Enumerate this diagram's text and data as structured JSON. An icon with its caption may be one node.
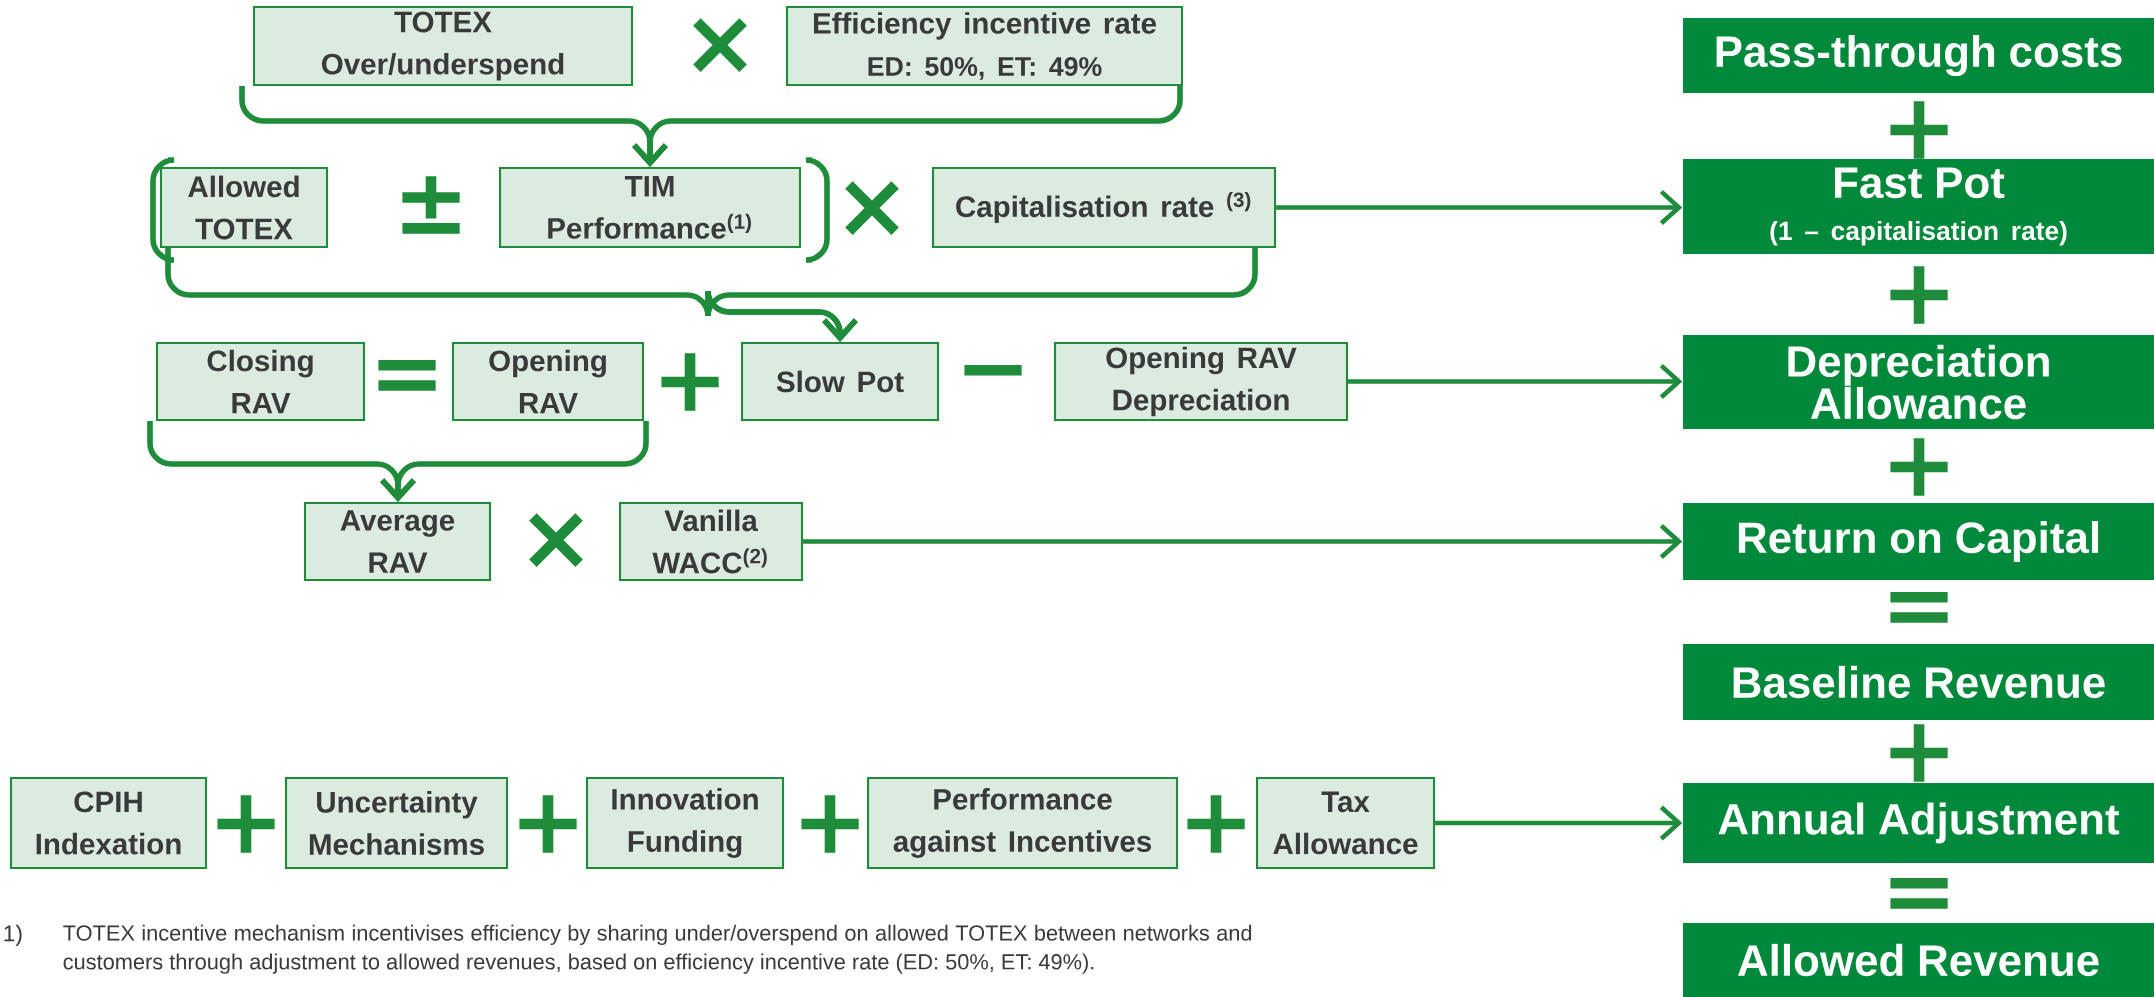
{
  "diagram": {
    "nodes": [
      {
        "text": [
          "TOTEX Over/underspend"
        ]
      },
      {
        "text": [
          "Efficiency incentive rate",
          "ED: 50%, ET: 49%"
        ]
      },
      {
        "text": [
          "Allowed TOTEX"
        ]
      },
      {
        "text": [
          "TIM Performance$^{(1)}$"
        ]
      },
      {
        "text": [
          "Capitalisation rate $^{(3)}$"
        ]
      },
      {
        "text": [
          "Closing RAV"
        ]
      },
      {
        "text": [
          "Opening RAV"
        ]
      },
      {
        "text": [
          "Slow Pot"
        ]
      },
      {
        "text": [
          "Opening RAV Depreciation"
        ]
      },
      {
        "text": [
          "Average RAV"
        ]
      },
      {
        "text": [
          "Vanilla WACC$^{(2)}$"
        ]
      },
      {
        "text": [
          "CPIH Indexation"
        ]
      },
      {
        "text": [
          "Uncertainty Mechanisms"
        ]
      },
      {
        "text": [
          "Innovation Funding"
        ]
      },
      {
        "text": [
          "Performance against Incentives"
        ]
      },
      {
        "text": [
          "Tax Allowance"
        ]
      },
      {
        "text": [
          "Pass-through costs"
        ]
      },
      {
        "text": [
          "Fast Pot",
          "(1 – capitalisation rate)"
        ]
      },
      {
        "text": [
          "Depreciation Allowance"
        ]
      },
      {
        "text": [
          "Return on Capital"
        ]
      },
      {
        "text": [
          "Baseline Revenue"
        ]
      },
      {
        "text": [
          "Annual Adjustment"
        ]
      },
      {
        "text": [
          "Allowed Revenue"
        ]
      }
    ],
    "edges": [
      {
        "from": 0,
        "to": 3,
        "arrow": "to"
      },
      {
        "from": 1,
        "to": 3,
        "arrow": "to"
      },
      {
        "from": 2,
        "to": 7,
        "arrow": "to"
      },
      {
        "from": 4,
        "to": 7,
        "arrow": "to"
      },
      {
        "from": 4,
        "to": 17,
        "arrow": "to"
      },
      {
        "from": 5,
        "to": 9,
        "arrow": "to"
      },
      {
        "from": 6,
        "to": 9,
        "arrow": "to"
      },
      {
        "from": 8,
        "to": 18,
        "arrow": "to"
      },
      {
        "from": 10,
        "to": 19,
        "arrow": "to"
      },
      {
        "from": 15,
        "to": 21,
        "arrow": "to"
      }
    ],
    "labels": [
      "×",
      "±",
      "×",
      "=",
      "+",
      "−",
      "×",
      "+",
      "+",
      "+",
      "+",
      "+",
      "+",
      "+",
      "=",
      "+",
      "=",
      "1)",
      "TOTEX incentive mechanism incentivises efficiency by sharing under/overspend on allowed TOTEX between networks and customers through adjustment to allowed revenues, based on efficiency incentive rate (ED: 50%, ET: 49%)."
    ]
  }
}
